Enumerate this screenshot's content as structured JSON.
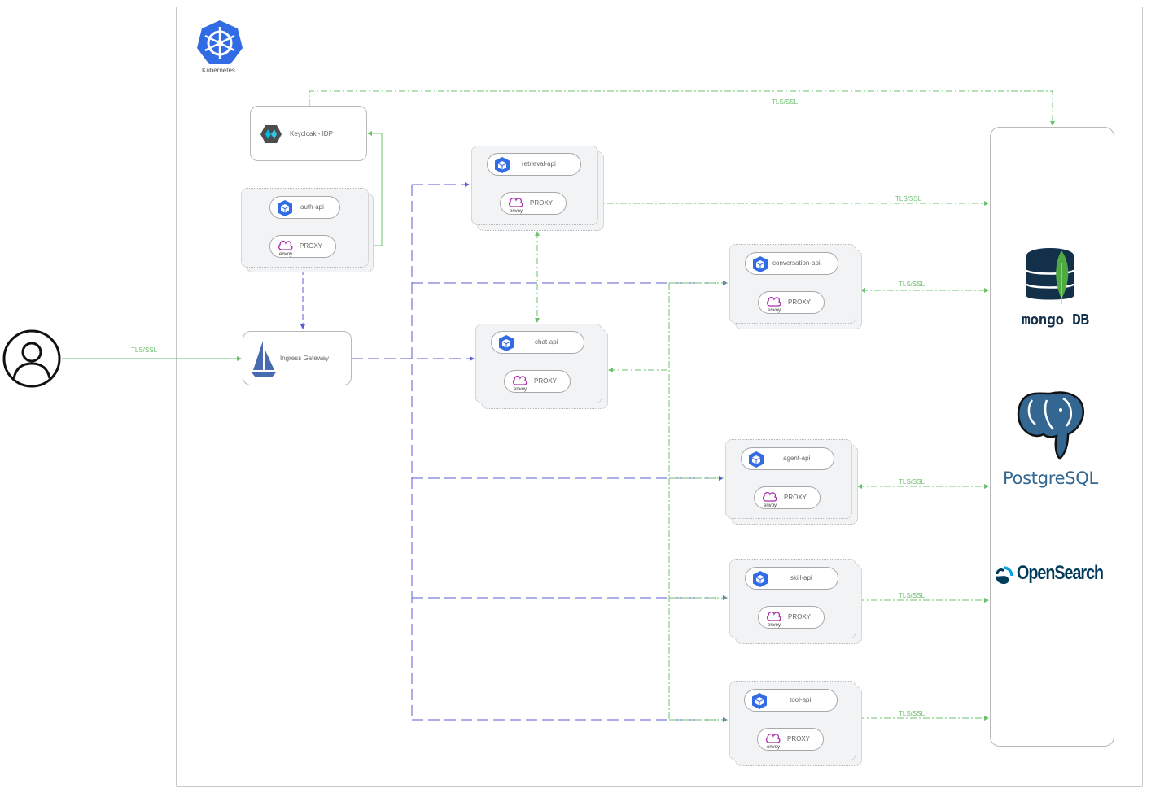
{
  "cluster": {
    "label": "Kubernetes"
  },
  "keycloak": {
    "label": "Keycloak - IDP"
  },
  "gateway": {
    "label": "Ingress Gateway"
  },
  "proxy_label": "PROXY",
  "envoy_label": "envoy",
  "services": {
    "auth": "auth-api",
    "retrieval": "retrieval-api",
    "chat": "chat-api",
    "conversation": "conversation-api",
    "agent": "agent-api",
    "skill": "skill-api",
    "tool": "tool-api"
  },
  "tls_label": "TLS/SSL",
  "databases": {
    "mongo": "mongo DB",
    "postgres": "PostgreSQL",
    "opensearch": "OpenSearch"
  },
  "colors": {
    "tls_green": "#6cc16c",
    "route_blue": "#5b5bd6",
    "k8s_blue": "#326ce5",
    "envoy_purple": "#ac2aa8"
  }
}
